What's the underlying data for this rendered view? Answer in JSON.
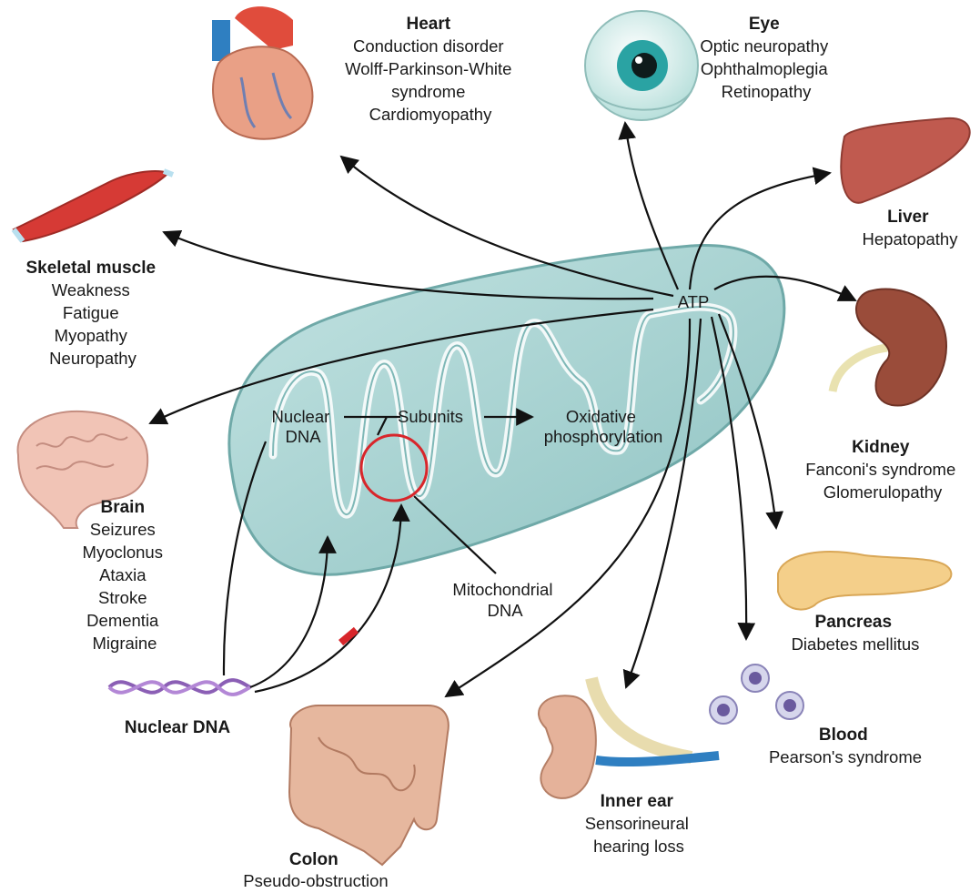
{
  "center": {
    "atp": "ATP",
    "nuclear_dna": [
      "Nuclear",
      "DNA"
    ],
    "subunits": "Subunits",
    "oxphos": [
      "Oxidative",
      "phosphorylation"
    ],
    "mito_dna": [
      "Mitochondrial",
      "DNA"
    ],
    "nuclear_dna_helix": "Nuclear DNA"
  },
  "organs": {
    "heart": {
      "title": "Heart",
      "lines": [
        "Conduction disorder",
        "Wolff-Parkinson-White",
        "syndrome",
        "Cardiomyopathy"
      ]
    },
    "eye": {
      "title": "Eye",
      "lines": [
        "Optic neuropathy",
        "Ophthalmoplegia",
        "Retinopathy"
      ]
    },
    "liver": {
      "title": "Liver",
      "lines": [
        "Hepatopathy"
      ]
    },
    "kidney": {
      "title": "Kidney",
      "lines": [
        "Fanconi's syndrome",
        "Glomerulopathy"
      ]
    },
    "pancreas": {
      "title": "Pancreas",
      "lines": [
        "Diabetes mellitus"
      ]
    },
    "blood": {
      "title": "Blood",
      "lines": [
        "Pearson's syndrome"
      ]
    },
    "ear": {
      "title": "Inner ear",
      "lines": [
        "Sensorineural",
        "hearing loss"
      ]
    },
    "colon": {
      "title": "Colon",
      "lines": [
        "Pseudo-obstruction"
      ]
    },
    "brain": {
      "title": "Brain",
      "lines": [
        "Seizures",
        "Myoclonus",
        "Ataxia",
        "Stroke",
        "Dementia",
        "Migraine"
      ]
    },
    "muscle": {
      "title": "Skeletal muscle",
      "lines": [
        "Weakness",
        "Fatigue",
        "Myopathy",
        "Neuropathy"
      ]
    }
  },
  "colors": {
    "mito_fill": "#a9d4d3",
    "mito_stroke": "#7fb8b7",
    "mito_red_circle": "#d8262b",
    "arrow": "#111111",
    "inhibit_bar": "#d8262b"
  }
}
